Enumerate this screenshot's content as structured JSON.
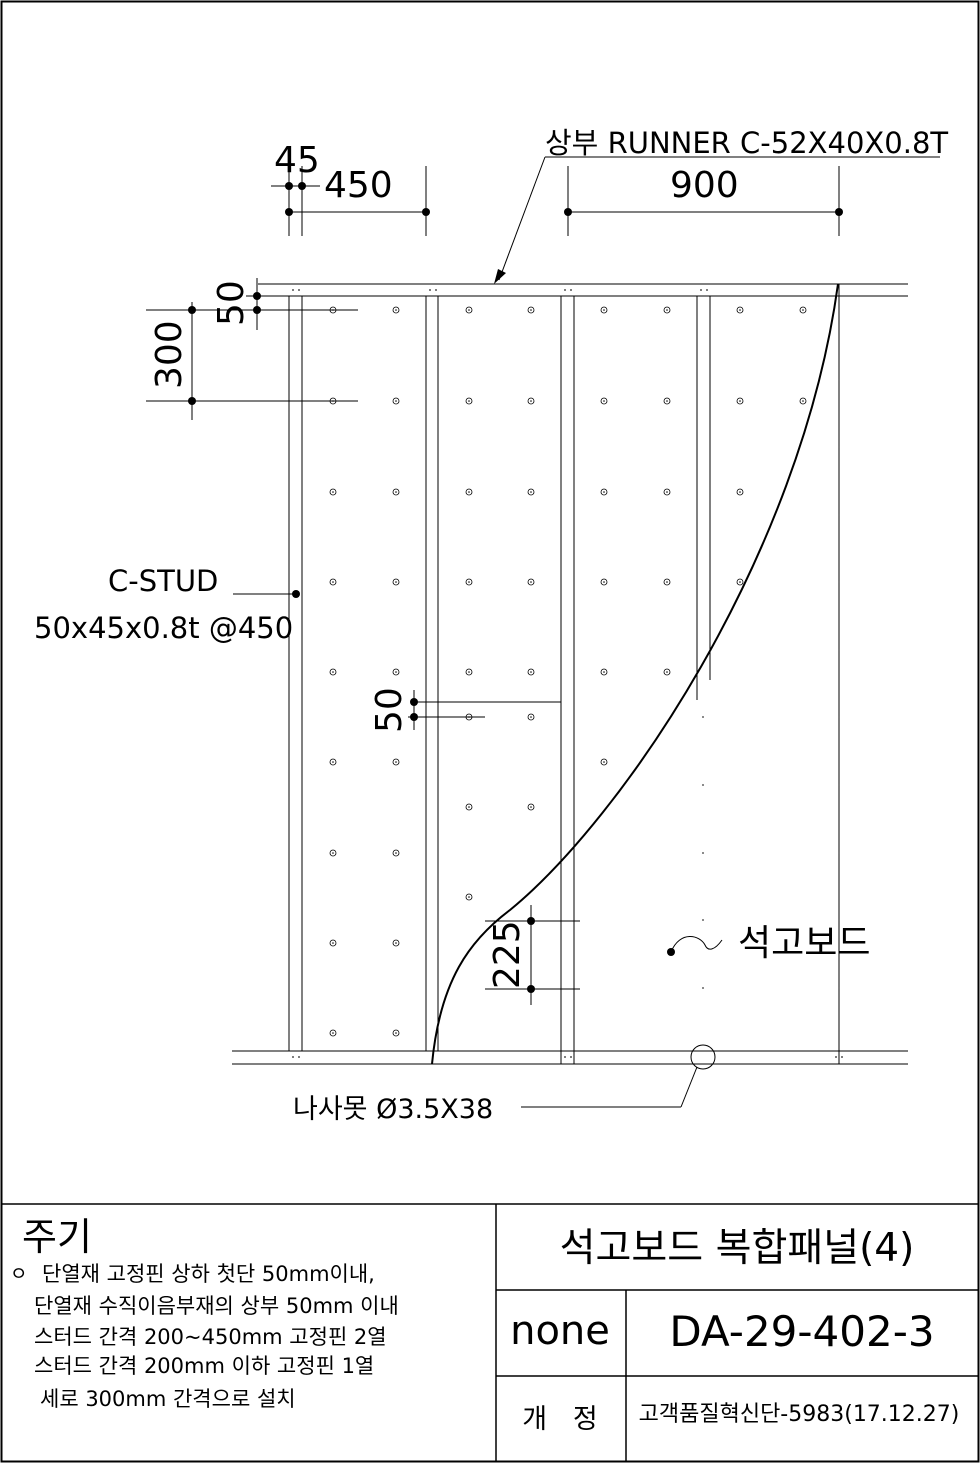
{
  "dimensions": {
    "d45": "45",
    "d450": "450",
    "d900": "900",
    "d50_top": "50",
    "d300": "300",
    "d50_mid": "50",
    "d225": "225"
  },
  "labels": {
    "runner": "상부 RUNNER C-52X40X0.8T",
    "stud_line1": "C-STUD",
    "stud_line2": "50x45x0.8t @450",
    "gypsum": "석고보드",
    "screw": "나사못 Ø3.5X38"
  },
  "notes": {
    "title": "주기",
    "bullet": "ㅇ",
    "lines": [
      "단열재 고정핀 상하 첫단 50mm이내,",
      "단열재 수직이음부재의 상부 50mm 이내",
      "스터드 간격 200~450mm 고정핀 2열",
      "스터드 간격 200mm 이하 고정핀 1열",
      "세로 300mm 간격으로 설치"
    ]
  },
  "title_block": {
    "drawing_title": "석고보드 복합패널(4)",
    "scale": "none",
    "drawing_number": "DA-29-402-3",
    "revision_label": "개   정",
    "revision_value": "고객품질혁신단-5983(17.12.27)"
  }
}
